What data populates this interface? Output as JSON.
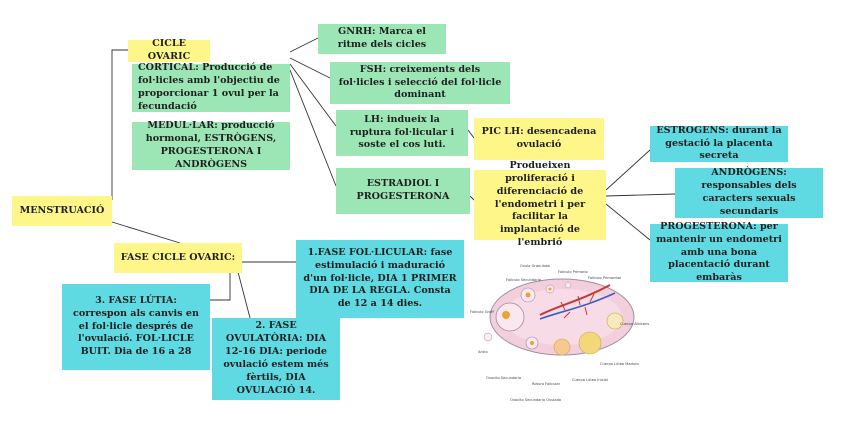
{
  "nodes": {
    "menstruacio": "MENSTRUACIÓ",
    "cicle_ovaric": "CICLE OVARIC",
    "cortical": "CORTICAL: Producció de fol·licles amb l'objectiu de proporcionar 1 ovul per la fecundació",
    "medular": "MEDUL·LAR: producció hormonal, ESTRÒGENS, PROGESTERONA I ANDRÒGENS",
    "gnrh": "GNRH: Marca el ritme dels cicles",
    "fsh": "FSH: creixements dels fol·licles i selecció del fol·licle dominant",
    "lh": "LH: indueix la ruptura fol·licular i soste el cos luti.",
    "estradiol": "ESTRADIOL I PROGESTERONA",
    "pic_lh": "PIC LH: desencadena ovulació",
    "produeixen": "Produeixen proliferació i diferenciació de l'endometri i per facilitar la implantació de l'embrió",
    "estrogens": "ESTROGENS: durant la gestació la placenta secreta",
    "androgens": "ANDRÒGENS: responsables dels caracters sexuals secundaris",
    "progesterona": "PROGESTERONA: per mantenir un endometri amb una bona placentació durant embaràs",
    "fase_cicle": "FASE CICLE OVARIC:",
    "fase1": "1.FASE FOL·LICULAR: fase estimulació i maduració d'un fol·licle, DIA 1 PRIMER DIA DE LA REGLA. Consta de 12 a 14 dies.",
    "fase2": "2. FASE OVULATÒRIA: DIA 12-16 DIA: periode ovulació estem més fèrtils, DIA OVULACIÓ 14.",
    "fase3": "3. FASE LÚTIA: correspon als canvis en el fol·licle després de l'ovulació. FOL·LICLE BUIT. Dia de 16 a 28"
  },
  "illustration": {
    "labels": [
      "Óvulo Granuloso",
      "Folículo Secundario",
      "Folículo Primario",
      "Folículo Primordial",
      "Folículo Graff",
      "Cuerpo Albicans",
      "Antro",
      "Ovocito Secundario",
      "Rotura Folicular",
      "Cuerpo Lúteo Inicial",
      "Cuerpo Lúteo Maduro",
      "Ovocito Secundario Ovulado"
    ]
  }
}
